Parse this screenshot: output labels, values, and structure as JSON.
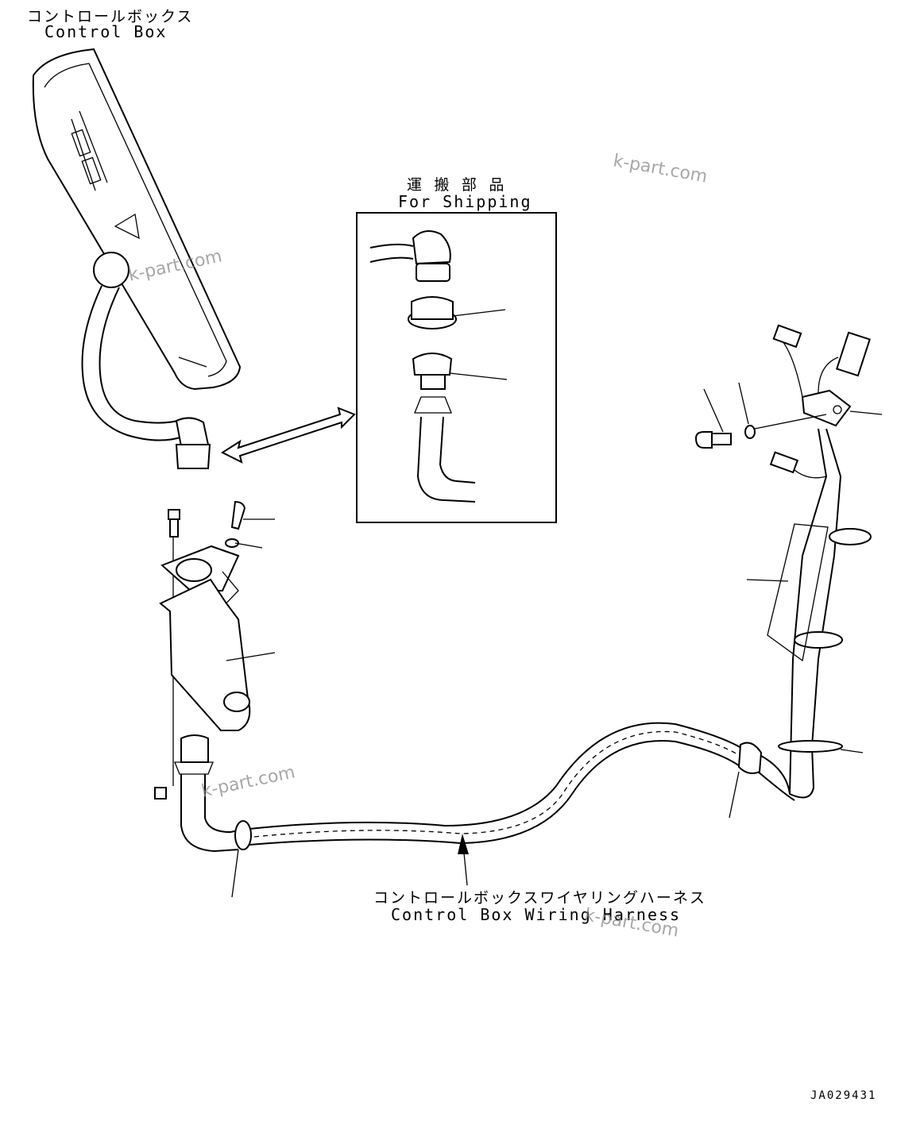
{
  "labels": {
    "control_box_jp": "コントロールボックス",
    "control_box_en": "Control Box",
    "shipping_jp": "運 搬 部 品",
    "shipping_en": "For Shipping",
    "harness_jp": "コントロールボックスワイヤリングハーネス",
    "harness_en": "Control Box Wiring Harness"
  },
  "watermarks": [
    "k-part.com",
    "k-part.com",
    "k-part.com",
    "k-part.com"
  ],
  "drawing_code": "JA029431",
  "icons": [
    "double-arrow-icon",
    "leader-arrow-icon"
  ]
}
